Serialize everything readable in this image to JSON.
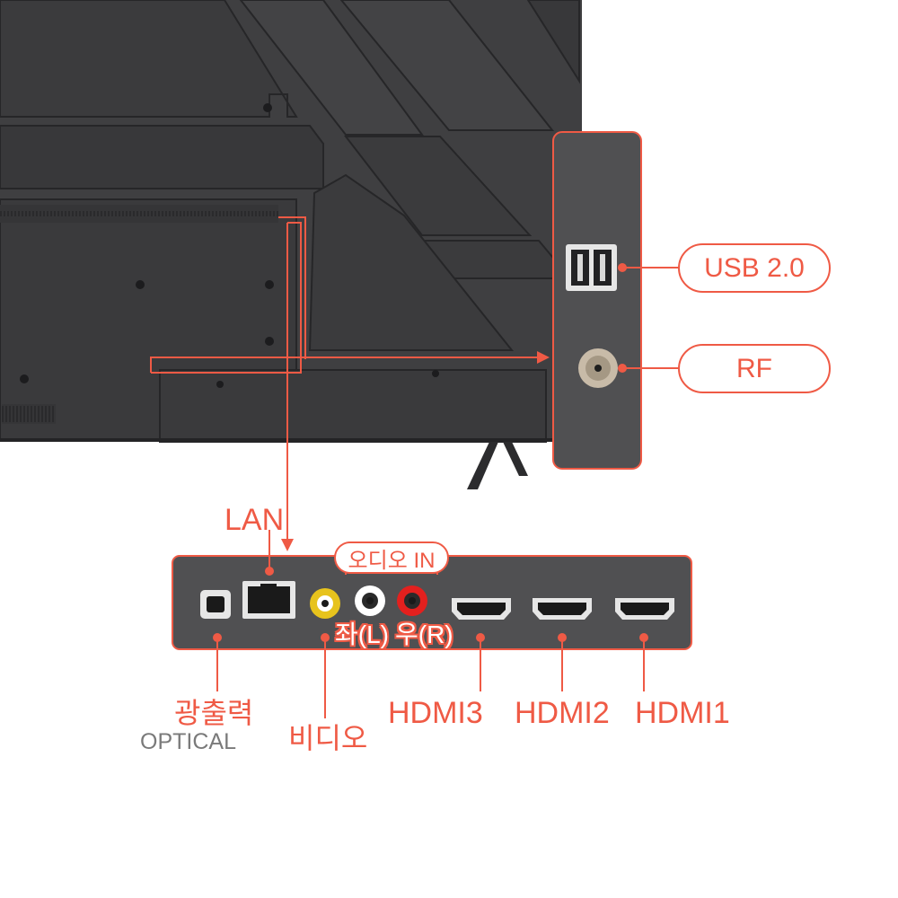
{
  "labels": {
    "usb": "USB 2.0",
    "rf": "RF",
    "lan": "LAN",
    "audio_in": "오디오 IN",
    "audio_left": "좌(L)",
    "audio_right": "우(R)",
    "optical_ko": "광출력",
    "optical_en": "OPTICAL",
    "video": "비디오",
    "hdmi3": "HDMI3",
    "hdmi2": "HDMI2",
    "hdmi1": "HDMI1"
  },
  "colors": {
    "accent": "#ef5a45",
    "tv_body": "#3f3f41",
    "panel_fill": "#505052",
    "video_jack": "#e7c31d",
    "left_jack": "#ffffff",
    "right_jack": "#e3201e"
  }
}
